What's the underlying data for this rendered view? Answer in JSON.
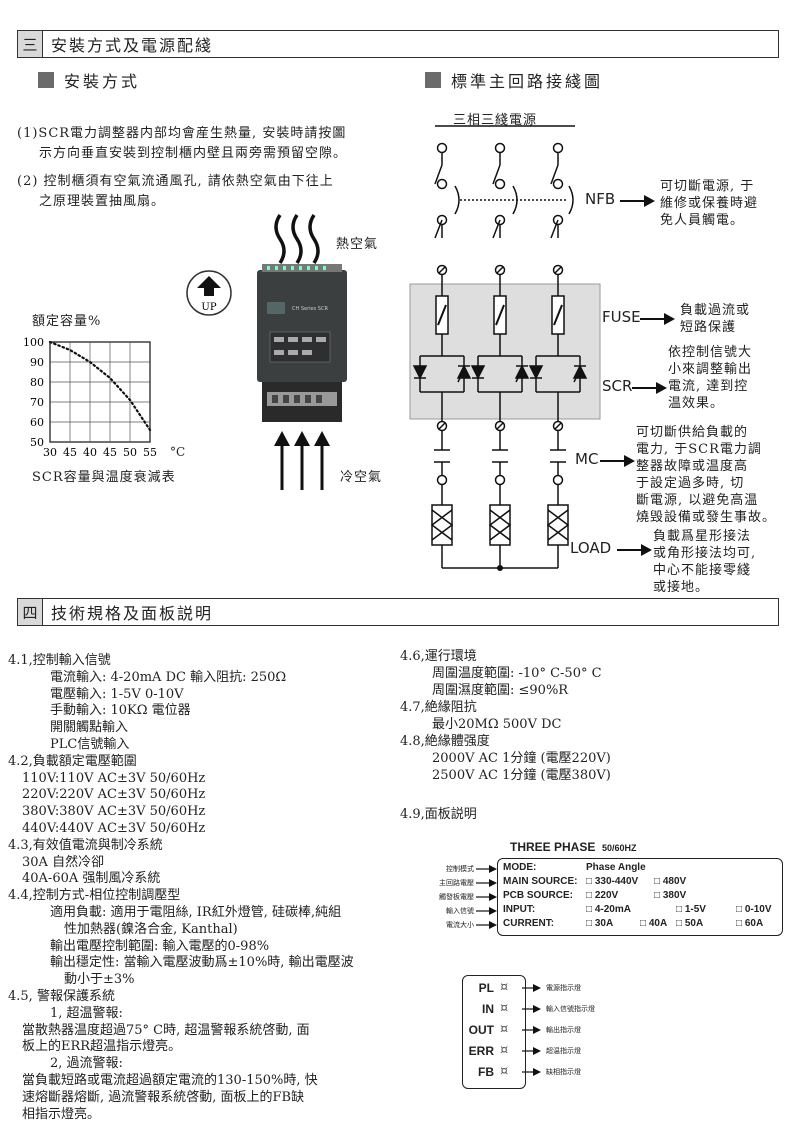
{
  "sec3": {
    "num": "三",
    "title": "安裝方式及電源配綫"
  },
  "install": {
    "heading": "安裝方式",
    "p1_l1": "(1)SCR電力調整器内部均會産生熱量, 安裝時請按圖",
    "p1_l2": "示方向垂直安裝到控制櫃内壁且兩旁需預留空隙。",
    "p2_l1": "(2) 控制櫃須有空氣流通風孔, 請依熱空氣由下往上",
    "p2_l2": "之原理裝置抽風扇。",
    "hot_air": "熱空氣",
    "cold_air": "冷空氣",
    "up": "UP",
    "device_label": "CH Series SCR"
  },
  "derate": {
    "title": "額定容量%",
    "caption": "SCR容量與温度衰減表",
    "unit": "°C"
  },
  "chart_data": {
    "type": "line",
    "title": "額定容量%",
    "xlabel": "SCR容量與温度衰減表",
    "ylabel": "額定容量%",
    "x_ticks": [
      "30",
      "45",
      "40",
      "45",
      "50",
      "55"
    ],
    "y_ticks": [
      "100",
      "90",
      "80",
      "70",
      "60",
      "50"
    ],
    "ylim": [
      50,
      100
    ],
    "grid": true,
    "series": [
      {
        "x": [
          30,
          35,
          40,
          45,
          50,
          55
        ],
        "y": [
          100,
          96,
          90,
          82,
          71,
          56
        ]
      }
    ]
  },
  "wiring": {
    "heading": "標準主回路接綫圖",
    "supply": "三相三綫電源",
    "nfb": "NFB",
    "fuse": "FUSE",
    "scr": "SCR",
    "mc": "MC",
    "load": "LOAD",
    "nfb_note": [
      "可切斷電源, 于",
      "維修或保養時避",
      "免人員觸電。"
    ],
    "fuse_note": [
      "負載過流或",
      "短路保護"
    ],
    "scr_note": [
      "依控制信號大",
      "小來調整輸出",
      "電流, 達到控",
      "温效果。"
    ],
    "mc_note": [
      "可切斷供給負載的",
      "電力, 于SCR電力調",
      "整器故障或温度高",
      "于設定過多時, 切",
      "斷電源, 以避免高温",
      "燒毁設備或發生事故。"
    ],
    "load_note": [
      "負載爲星形接法",
      "或角形接法均可,",
      "中心不能接零綫",
      "或接地。"
    ]
  },
  "sec4": {
    "num": "四",
    "title": "技術規格及面板説明"
  },
  "spec_left": [
    "4.1,控制輸入信號",
    "電流輸入: 4-20mA DC  輸入阻抗: 250Ω",
    "電壓輸入: 1-5V 0-10V",
    "手動輸入: 10KΩ 電位器",
    "開關觸點輸入",
    "PLC信號輸入",
    "4.2,負載額定電壓範圍",
    "110V:110V AC±3V 50/60Hz",
    "220V:220V AC±3V 50/60Hz",
    "380V:380V AC±3V 50/60Hz",
    "440V:440V AC±3V 50/60Hz",
    "4.3,有效值電流與制冷系統",
    "30A 自然冷卻",
    "40A-60A 强制風冷系統",
    "4.4,控制方式-相位控制調壓型",
    "適用負載: 適用于電阻絲, IR紅外燈管, 硅碳棒,純組",
    "性加熱器(鎳洛合金, Kanthal)",
    "輸出電壓控制範圍: 輸入電壓的0-98%",
    "輸出穩定性: 當輸入電壓波動爲±10%時, 輸出電壓波",
    "動小于±3%",
    "4.5, 警報保護系統",
    "1, 超温警報:",
    "當散熱器温度超過75° C時, 超温警報系統啓動, 面",
    "板上的ERR超温指示燈亮。",
    "2, 過流警報:",
    "當負載短路或電流超過額定電流的130-150%時, 快",
    "速熔斷器熔斷, 過流警報系統啓動, 面板上的FB缺",
    "相指示燈亮。"
  ],
  "spec_right": [
    "4.6,運行環境",
    "周圍温度範圍: -10° C-50° C",
    "周圍濕度範圍: ≤90%R",
    "4.7,絶緣阻抗",
    "最小20MΩ 500V DC",
    "4.8,絶緣體强度",
    "2000V AC 1分鐘 (電壓220V)",
    "2500V AC 1分鐘 (電壓380V)",
    "4.9,面板説明"
  ],
  "panel": {
    "title": "THREE PHASE",
    "freq": "50/60HZ",
    "side_labels": [
      "控制模式",
      "主回路電壓",
      "觸發板電壓",
      "輸入信號",
      "電流大小"
    ],
    "rows": [
      {
        "label": "MODE:",
        "opts": [
          "Phase Angle"
        ]
      },
      {
        "label": "MAIN SOURCE:",
        "opts": [
          "□ 330-440V",
          "□ 480V"
        ]
      },
      {
        "label": "PCB SOURCE:",
        "opts": [
          "□ 220V",
          "□ 380V"
        ]
      },
      {
        "label": "INPUT:",
        "opts": [
          "□ 4-20mA",
          "□ 1-5V",
          "□ 0-10V"
        ]
      },
      {
        "label": "CURRENT:",
        "opts": [
          "□ 30A",
          "□ 40A",
          "□ 50A",
          "□ 60A"
        ]
      }
    ],
    "leds": [
      {
        "code": "PL",
        "desc": "電源指示燈"
      },
      {
        "code": "IN",
        "desc": "輸入信號指示燈"
      },
      {
        "code": "OUT",
        "desc": "輸出指示燈"
      },
      {
        "code": "ERR",
        "desc": "超温指示燈"
      },
      {
        "code": "FB",
        "desc": "缺相指示燈"
      }
    ],
    "led_glyph": "¤"
  }
}
